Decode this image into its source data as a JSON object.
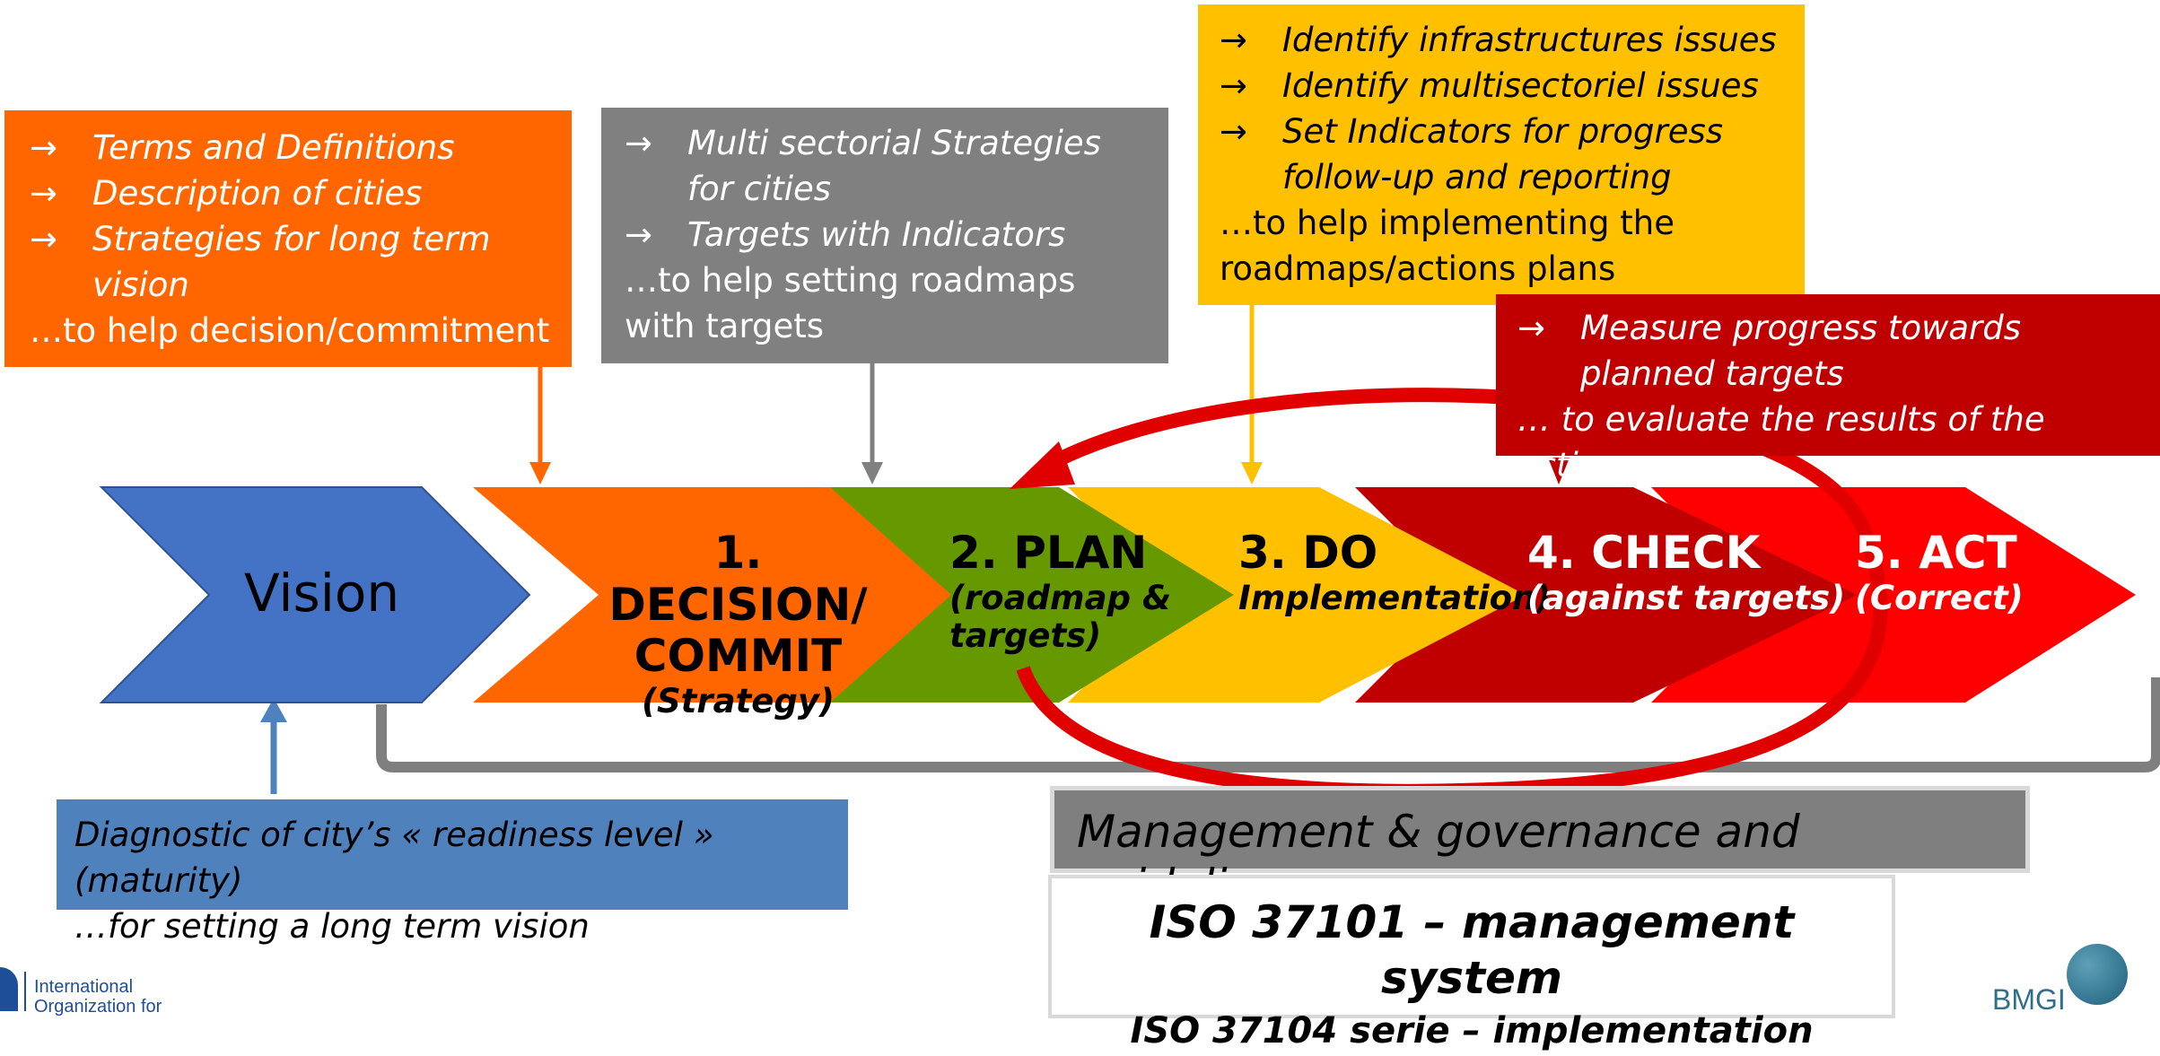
{
  "boxes": {
    "decision": {
      "bullets": [
        "Terms and Definitions",
        "Description of cities",
        "Strategies for long term vision"
      ],
      "footer": "…to help decision/commitment",
      "color": "#FF6600"
    },
    "plan": {
      "bullets": [
        "Multi sectorial Strategies for cities",
        "Targets with Indicators"
      ],
      "footer": "…to help setting roadmaps with targets",
      "color": "#808080"
    },
    "do": {
      "bullets": [
        "Identify infrastructures issues",
        "Identify multisectoriel issues",
        "Set Indicators for progress follow-up and reporting"
      ],
      "footer": "…to help implementing the roadmaps/actions plans",
      "color": "#FFC000"
    },
    "check": {
      "bullets": [
        "Measure progress towards planned targets"
      ],
      "footer": "… to evaluate the results of the actions",
      "color": "#C00000"
    }
  },
  "stages": {
    "vision": {
      "title": "Vision",
      "color": "#4472C4"
    },
    "decision": {
      "title_line1": "1. DECISION/",
      "title_line2": "COMMIT",
      "subtitle": "(Strategy)",
      "color": "#FF6600"
    },
    "plan": {
      "title": "2. PLAN",
      "subtitle_line1": "(roadmap &",
      "subtitle_line2": "targets)",
      "color": "#669900"
    },
    "do": {
      "title": "3. DO",
      "subtitle": "Implementation)",
      "color": "#FFC000"
    },
    "check": {
      "title": "4. CHECK",
      "subtitle": "(against targets)",
      "color": "#C00000"
    },
    "act": {
      "title": "5. ACT",
      "subtitle": "(Correct)",
      "color": "#FF0000"
    }
  },
  "diagnostic": {
    "line1": "Diagnostic of city’s « readiness level » (maturity)",
    "line2": "…for setting a long term vision",
    "color": "#4F81BD"
  },
  "management": {
    "title": "Management & governance and guidelines"
  },
  "iso": {
    "line1": "ISO 37101 – management system",
    "line2": "ISO 37104 serie – implementation"
  },
  "logos": {
    "iso_line1": "International",
    "iso_line2": "Organization for",
    "bmgi": "BMGI"
  },
  "arrow_glyph": "→"
}
